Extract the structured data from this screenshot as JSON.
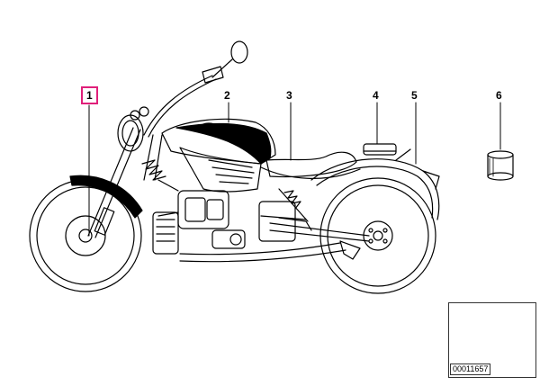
{
  "callouts": {
    "c1": "1",
    "c2": "2",
    "c3": "3",
    "c4": "4",
    "c5": "5",
    "c6": "6"
  },
  "diagram_code": "00011657",
  "colors": {
    "highlight": "#e0207a",
    "line": "#000000"
  }
}
